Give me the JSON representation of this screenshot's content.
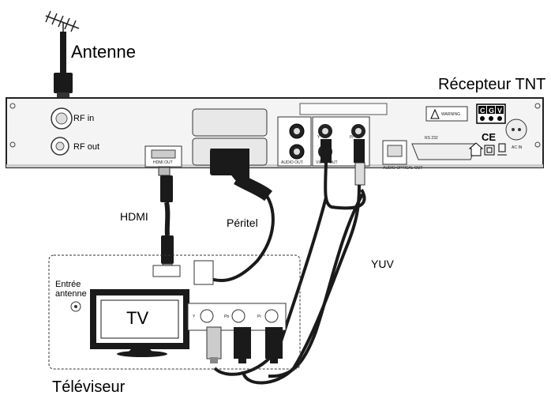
{
  "labels": {
    "antenne": "Antenne",
    "recepteur": "Récepteur TNT",
    "rf_in": "RF in",
    "rf_out": "RF out",
    "hdmi": "HDMI",
    "peritel": "Péritel",
    "yuv": "YUV",
    "entree_antenne_line1": "Entrée",
    "entree_antenne_line2": "antenne",
    "tv": "TV",
    "televiseur": "Téléviseur"
  },
  "panel": {
    "hdmi_out": "HDMI OUT",
    "audio_out": "AUDIO OUT",
    "video_out": "VIDEO OUT",
    "audio_optical": "AUDIO OPTICAL OUT",
    "rs232": "RS 232",
    "warning": "WARNING",
    "cgv_c": "C",
    "cgv_g": "G",
    "cgv_v": "V",
    "ce": "CE",
    "ac_in": "AC IN",
    "yuv_y": "Y",
    "yuv_pb": "Pb",
    "yuv_pr": "Pr"
  },
  "colors": {
    "cable": "#1a1a1a",
    "panel_fill": "#f4f4f4",
    "outline": "#222222"
  }
}
